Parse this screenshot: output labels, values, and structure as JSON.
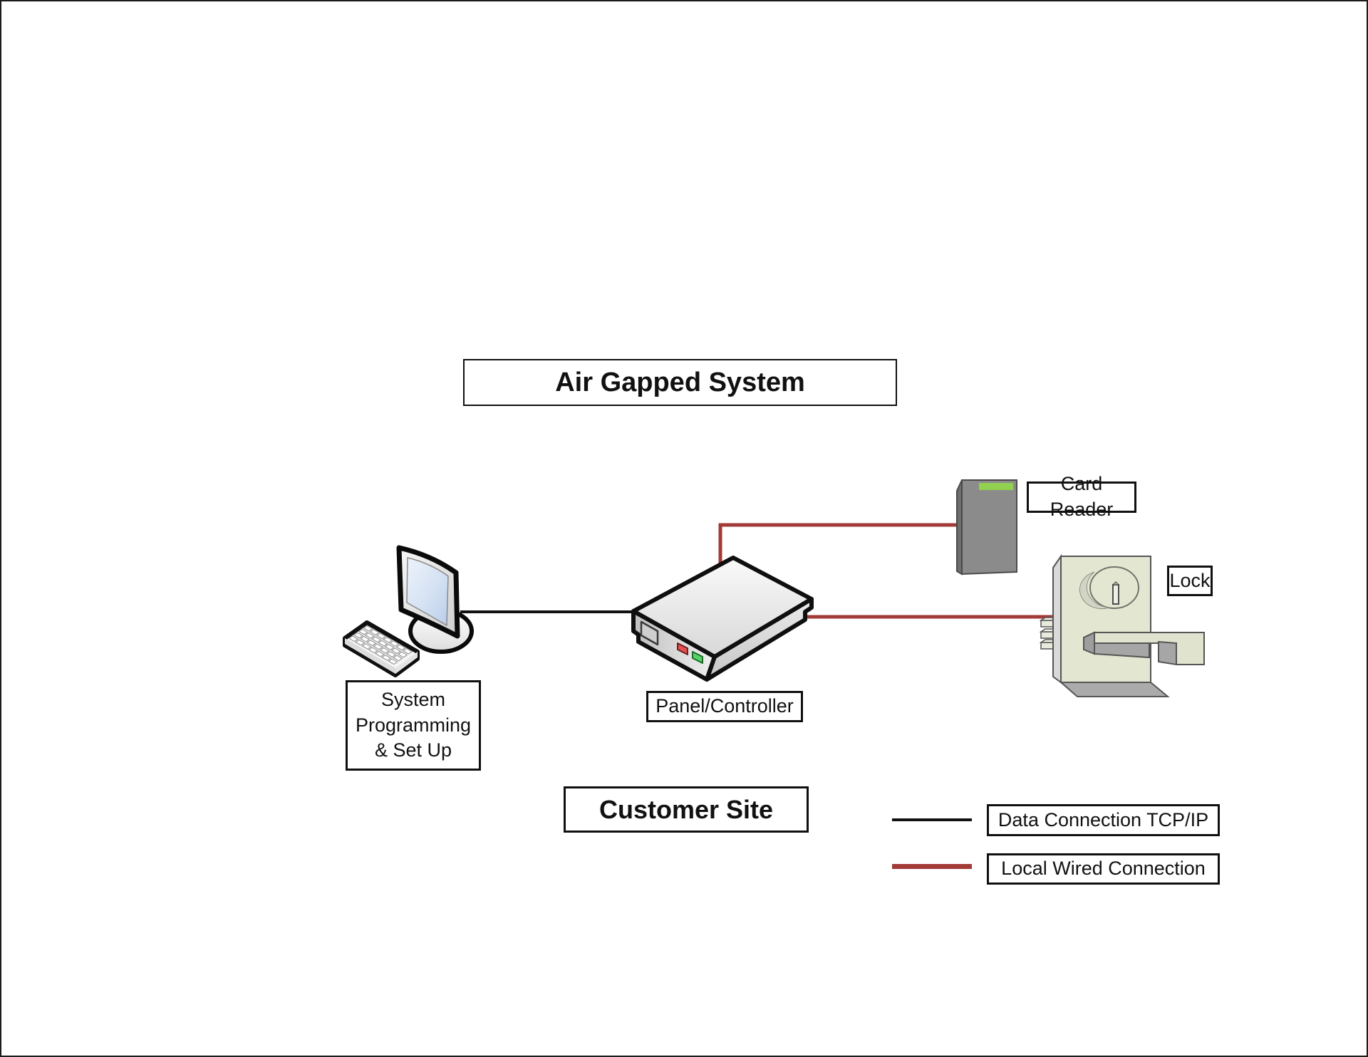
{
  "diagram": {
    "title": "Air Gapped System",
    "site_label": "Customer Site",
    "nodes": [
      {
        "id": "workstation",
        "label": "System Programming & Set Up",
        "icon": "desktop-computer-icon"
      },
      {
        "id": "panel",
        "label": "Panel/Controller",
        "icon": "panel-controller-icon"
      },
      {
        "id": "card-reader",
        "label": "Card Reader",
        "icon": "card-reader-icon"
      },
      {
        "id": "lock",
        "label": "Lock",
        "icon": "door-lock-icon"
      }
    ],
    "connections": [
      {
        "from": "workstation",
        "to": "panel",
        "type": "Data Connection TCP/IP",
        "color": "#111111"
      },
      {
        "from": "panel",
        "to": "card-reader",
        "type": "Local Wired Connection",
        "color": "#A23B38"
      },
      {
        "from": "panel",
        "to": "lock",
        "type": "Local Wired Connection",
        "color": "#A23B38"
      }
    ],
    "legend": {
      "items": [
        {
          "label": "Data Connection TCP/IP",
          "swatch_color": "#111111"
        },
        {
          "label": "Local Wired Connection",
          "swatch_color": "#A23B38"
        }
      ]
    },
    "colors": {
      "data_connection": "#111111",
      "local_wired_connection": "#A23B38",
      "card_reader_strip_green": "#92D050",
      "panel_led_red": "#E05050",
      "panel_led_green": "#55D465",
      "lock_body": "#E3E7D2"
    }
  }
}
